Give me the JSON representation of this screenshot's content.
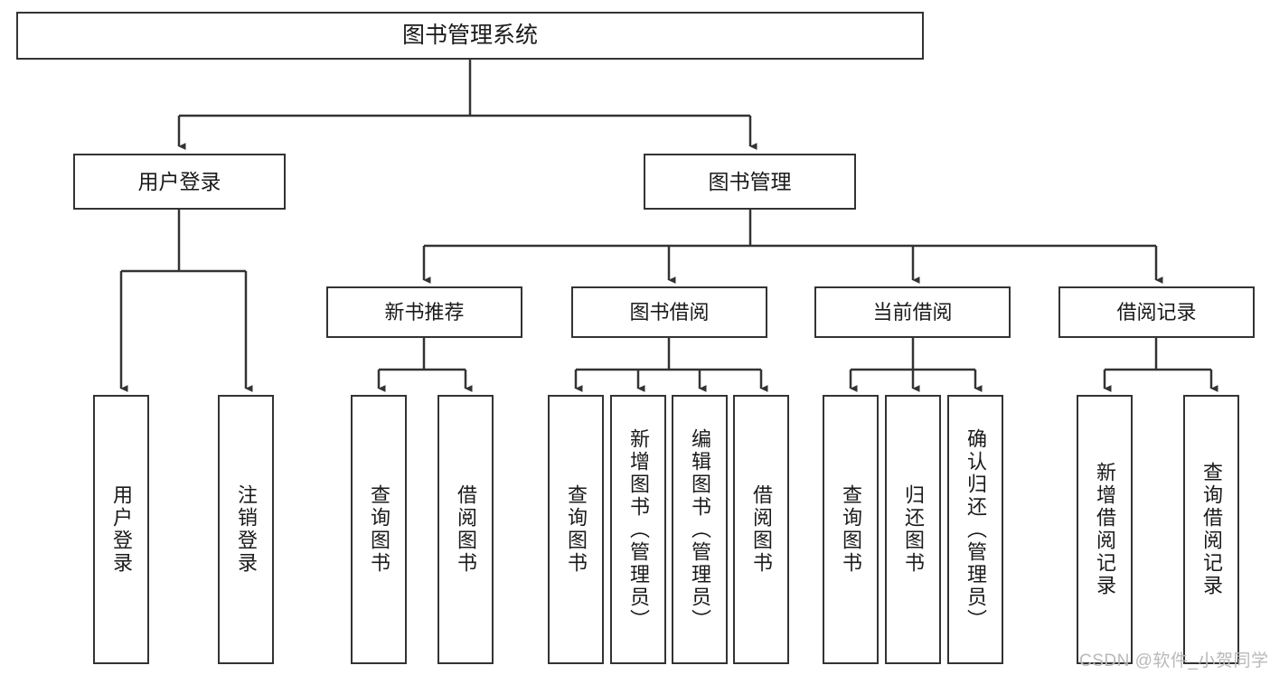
{
  "diagram": {
    "title": "图书管理系统",
    "type": "tree-hierarchy-diagram",
    "colors": {
      "box_border": "#333333",
      "box_fill": "#ffffff",
      "connector": "#333333",
      "text": "#1a1a1a",
      "watermark": "#b9b9b9"
    },
    "root": {
      "label": "图书管理系统"
    },
    "level2": [
      {
        "label": "用户登录"
      },
      {
        "label": "图书管理"
      }
    ],
    "level3": [
      {
        "label": "新书推荐"
      },
      {
        "label": "图书借阅"
      },
      {
        "label": "当前借阅"
      },
      {
        "label": "借阅记录"
      }
    ],
    "leaves": {
      "user_login": [
        {
          "label": "用户登录"
        },
        {
          "label": "注销登录"
        }
      ],
      "new_book_recommend": [
        {
          "label": "查询图书"
        },
        {
          "label": "借阅图书"
        }
      ],
      "book_borrow": [
        {
          "label": "查询图书"
        },
        {
          "label": "新增图书（管理员）"
        },
        {
          "label": "编辑图书（管理员）"
        },
        {
          "label": "借阅图书"
        }
      ],
      "current_borrow": [
        {
          "label": "查询图书"
        },
        {
          "label": "归还图书"
        },
        {
          "label": "确认归还（管理员）"
        }
      ],
      "borrow_record": [
        {
          "label": "新增借阅记录"
        },
        {
          "label": "查询借阅记录"
        }
      ]
    },
    "watermark": "CSDN @软件_小贺同学"
  }
}
